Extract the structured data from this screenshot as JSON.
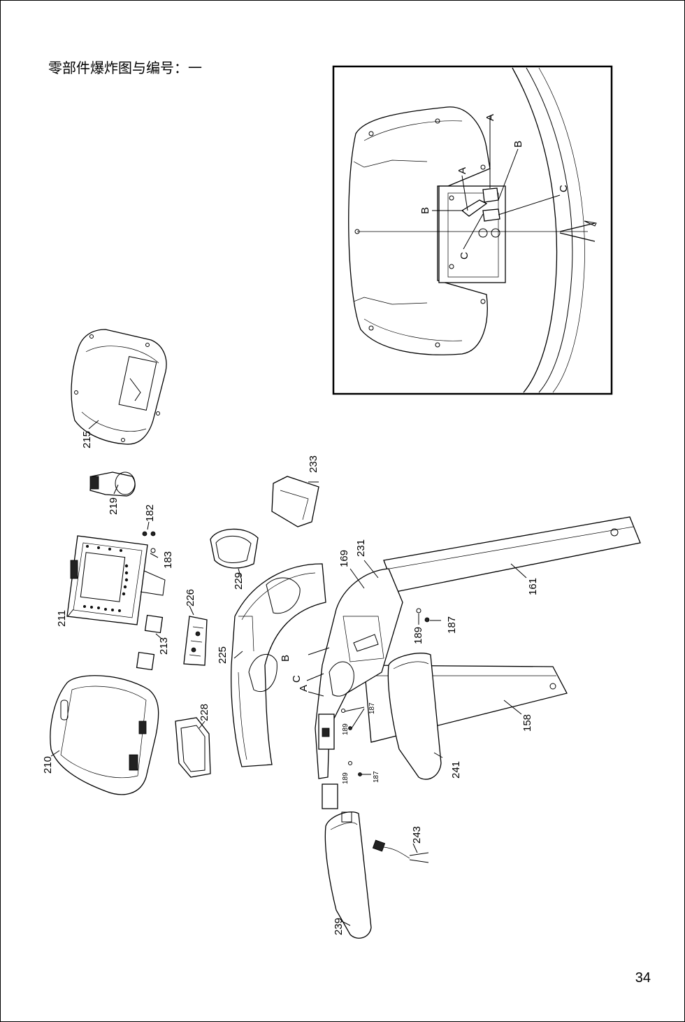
{
  "title": "零部件爆炸图与编号：一",
  "page_number": "34",
  "inset_labels": {
    "a_top": "A",
    "b_right": "B",
    "c_right": "C",
    "a_inner": "A",
    "b_left": "B",
    "c_inner": "C"
  },
  "part_labels": {
    "p215": "215",
    "p219": "219",
    "p182": "182",
    "p183": "183",
    "p211": "211",
    "p213": "213",
    "p226": "226",
    "p229": "229",
    "p233": "233",
    "p225": "225",
    "p210": "210",
    "p228": "228",
    "p169": "169",
    "p231": "231",
    "p161": "161",
    "p187a": "187",
    "p189a": "189",
    "p187b": "187",
    "p189b": "189",
    "p189c": "189",
    "p187c": "187",
    "p158": "158",
    "p241": "241",
    "p243": "243",
    "p239": "239",
    "label_b": "B",
    "label_c": "C",
    "label_a": "A"
  }
}
